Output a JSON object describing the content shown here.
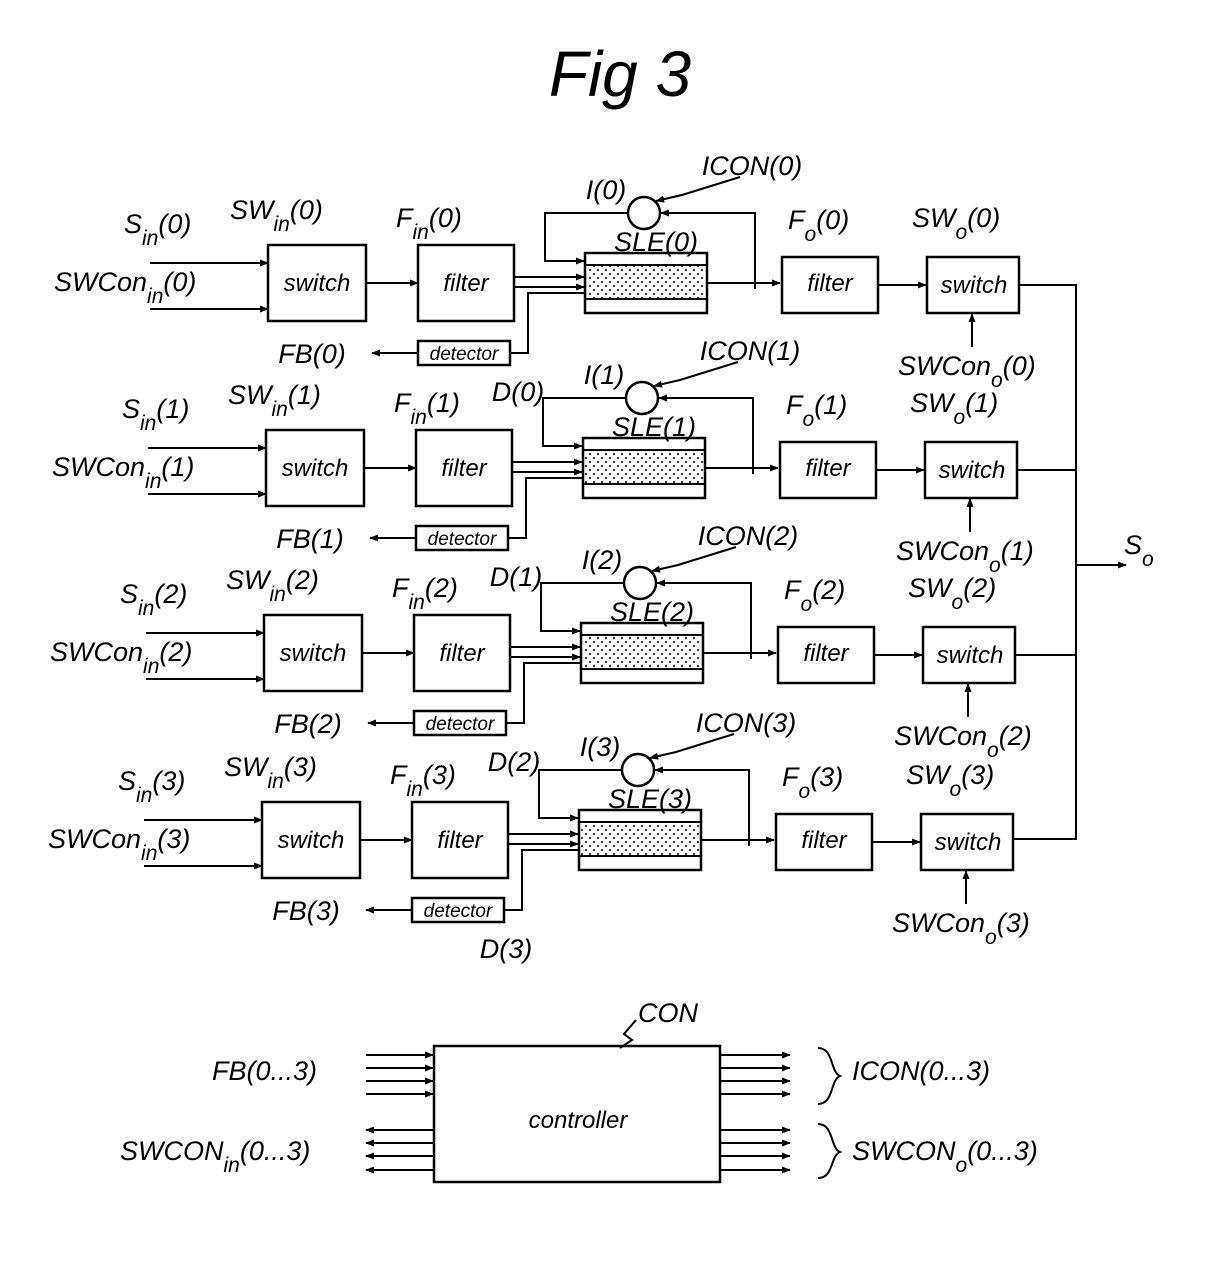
{
  "figure": {
    "title": "Fig 3"
  },
  "blocks": {
    "switch": "switch",
    "filter": "filter",
    "detector": "detector",
    "controller": "controller"
  },
  "channels": [
    {
      "s_in": [
        "S",
        "in",
        "(0)"
      ],
      "swcon_in": [
        "SWCon",
        "in",
        "(0)"
      ],
      "sw_in": [
        "SW",
        "in",
        "(0)"
      ],
      "f_in": [
        "F",
        "in",
        "(0)"
      ],
      "i": "I(0)",
      "icon": "ICON(0)",
      "sle": "SLE(0)",
      "f_o": [
        "F",
        "o",
        "(0)"
      ],
      "sw_o": [
        "SW",
        "o",
        "(0)"
      ],
      "swcon_o": [
        "SWCon",
        "o",
        "(0)"
      ],
      "fb": "FB(0)",
      "d": "D(0)"
    },
    {
      "s_in": [
        "S",
        "in",
        "(1)"
      ],
      "swcon_in": [
        "SWCon",
        "in",
        "(1)"
      ],
      "sw_in": [
        "SW",
        "in",
        "(1)"
      ],
      "f_in": [
        "F",
        "in",
        "(1)"
      ],
      "i": "I(1)",
      "icon": "ICON(1)",
      "sle": "SLE(1)",
      "f_o": [
        "F",
        "o",
        "(1)"
      ],
      "sw_o": [
        "SW",
        "o",
        "(1)"
      ],
      "swcon_o": [
        "SWCon",
        "o",
        "(1)"
      ],
      "fb": "FB(1)",
      "d": "D(1)"
    },
    {
      "s_in": [
        "S",
        "in",
        "(2)"
      ],
      "swcon_in": [
        "SWCon",
        "in",
        "(2)"
      ],
      "sw_in": [
        "SW",
        "in",
        "(2)"
      ],
      "f_in": [
        "F",
        "in",
        "(2)"
      ],
      "i": "I(2)",
      "icon": "ICON(2)",
      "sle": "SLE(2)",
      "f_o": [
        "F",
        "o",
        "(2)"
      ],
      "sw_o": [
        "SW",
        "o",
        "(2)"
      ],
      "swcon_o": [
        "SWCon",
        "o",
        "(2)"
      ],
      "fb": "FB(2)",
      "d": "D(2)"
    },
    {
      "s_in": [
        "S",
        "in",
        "(3)"
      ],
      "swcon_in": [
        "SWCon",
        "in",
        "(3)"
      ],
      "sw_in": [
        "SW",
        "in",
        "(3)"
      ],
      "f_in": [
        "F",
        "in",
        "(3)"
      ],
      "i": "I(3)",
      "icon": "ICON(3)",
      "sle": "SLE(3)",
      "f_o": [
        "F",
        "o",
        "(3)"
      ],
      "sw_o": [
        "SW",
        "o",
        "(3)"
      ],
      "swcon_o": [
        "SWCon",
        "o",
        "(3)"
      ],
      "fb": "FB(3)",
      "d": "D(3)"
    }
  ],
  "output": {
    "main": "S",
    "sub": "o"
  },
  "controller": {
    "ref": "CON",
    "fb_label": "FB(0...3)",
    "swcon_in_label": [
      "SWCON",
      "in",
      "(0...3)"
    ],
    "icon_label": "ICON(0...3)",
    "swcon_o_label": [
      "SWCON",
      "o",
      "(0...3)"
    ]
  }
}
